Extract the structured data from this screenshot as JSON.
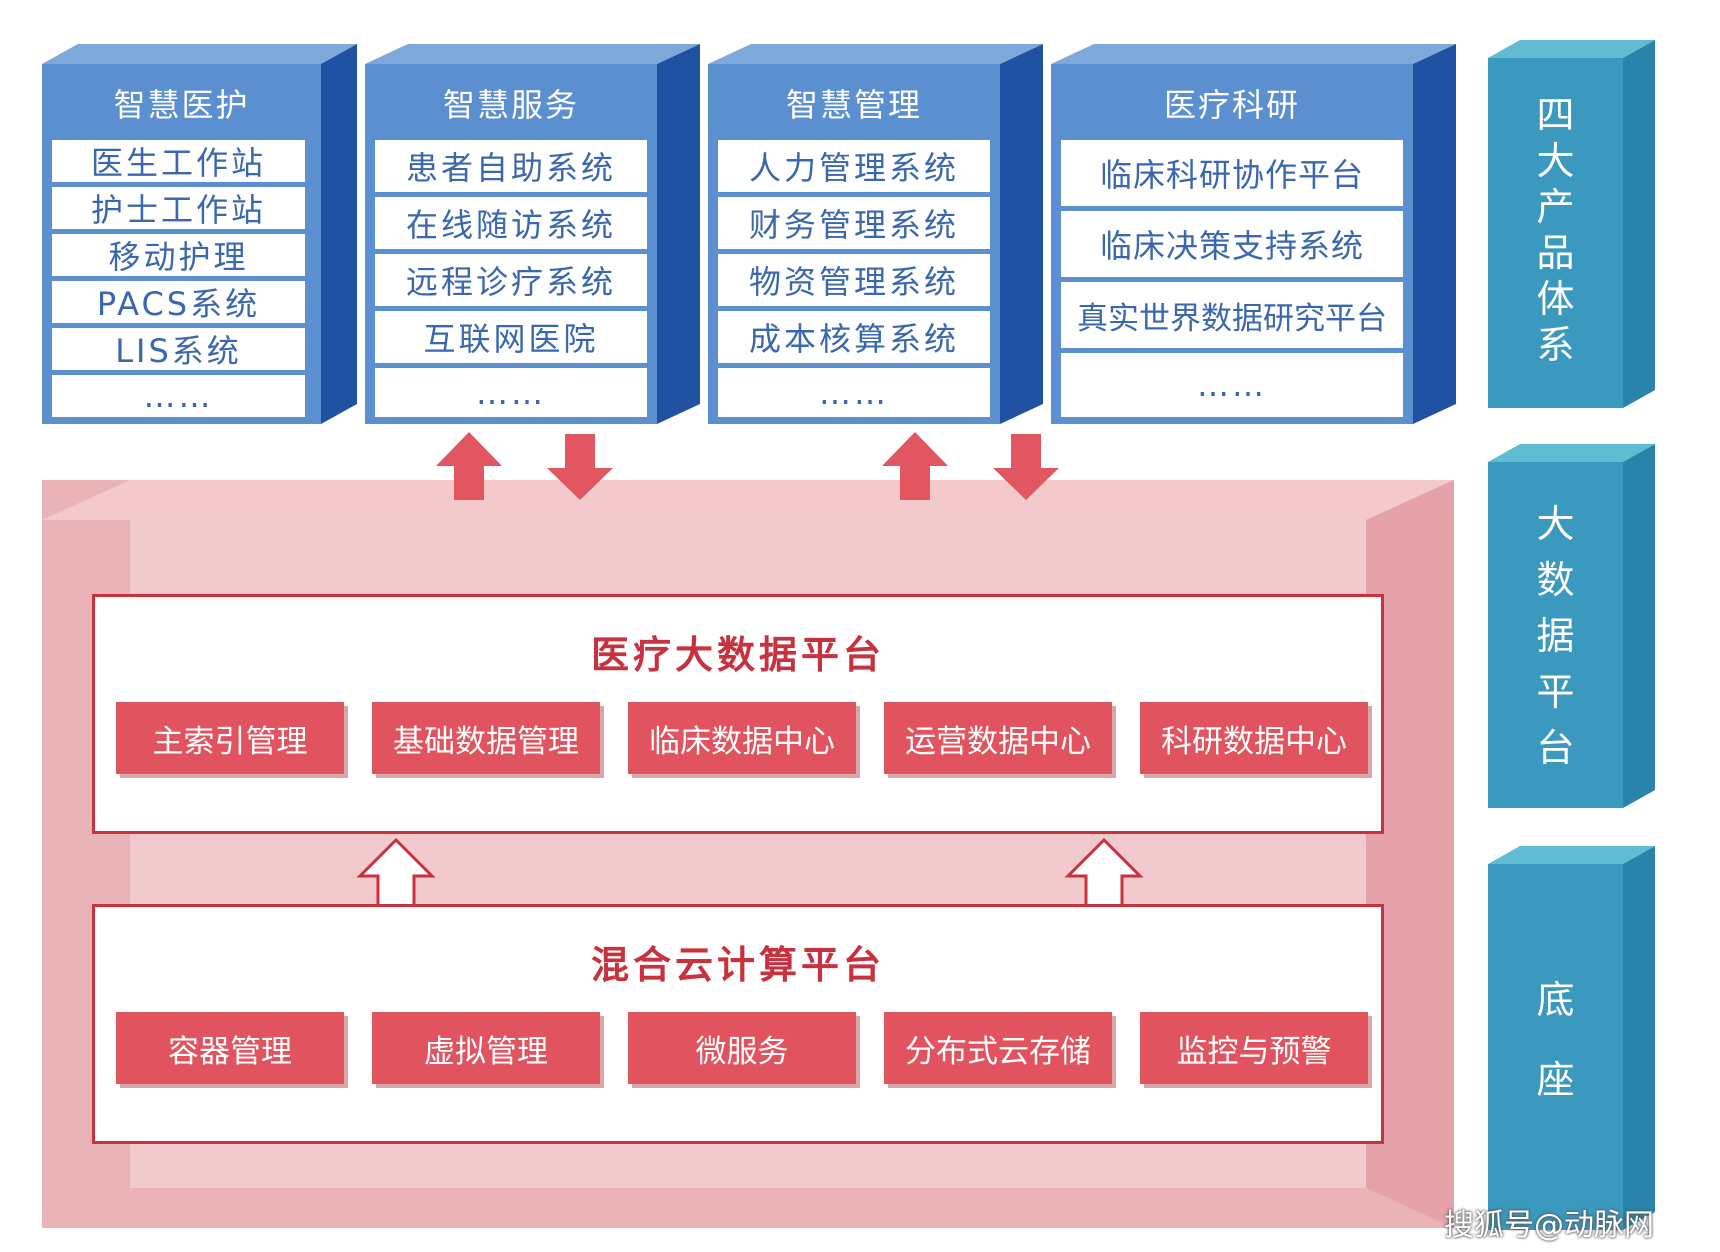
{
  "product_columns": [
    {
      "title": "智慧医护",
      "items": [
        "医生工作站",
        "护士工作站",
        "移动护理",
        "PACS系统",
        "LIS系统",
        "……"
      ]
    },
    {
      "title": "智慧服务",
      "items": [
        "患者自助系统",
        "在线随访系统",
        "远程诊疗系统",
        "互联网医院",
        "……"
      ]
    },
    {
      "title": "智慧管理",
      "items": [
        "人力管理系统",
        "财务管理系统",
        "物资管理系统",
        "成本核算系统",
        "……"
      ]
    },
    {
      "title": "医疗科研",
      "items": [
        "临床科研协作平台",
        "临床决策支持系统",
        "真实世界数据研究平台",
        "……"
      ]
    }
  ],
  "side_labels": {
    "products": [
      "四",
      "大",
      "产",
      "品",
      "体",
      "系"
    ],
    "bigdata": [
      "大",
      "数",
      "据",
      "平",
      "台"
    ],
    "base": [
      "底",
      "座"
    ]
  },
  "bigdata_platform": {
    "title": "医疗大数据平台",
    "modules": [
      "主索引管理",
      "基础数据管理",
      "临床数据中心",
      "运营数据中心",
      "科研数据中心"
    ]
  },
  "cloud_platform": {
    "title": "混合云计算平台",
    "modules": [
      "容器管理",
      "虚拟管理",
      "微服务",
      "分布式云存储",
      "监控与预警"
    ]
  },
  "watermark": "搜狐号@动脉网",
  "colors": {
    "blue_front": "#5b8fcf",
    "blue_side": "#2151a3",
    "blue_top": "#7ea8da",
    "teal_front": "#3b98bf",
    "teal_side": "#2a83aa",
    "red": "#c8323f",
    "red_module": "#e1535f",
    "pink_base": "#eab3b8"
  }
}
